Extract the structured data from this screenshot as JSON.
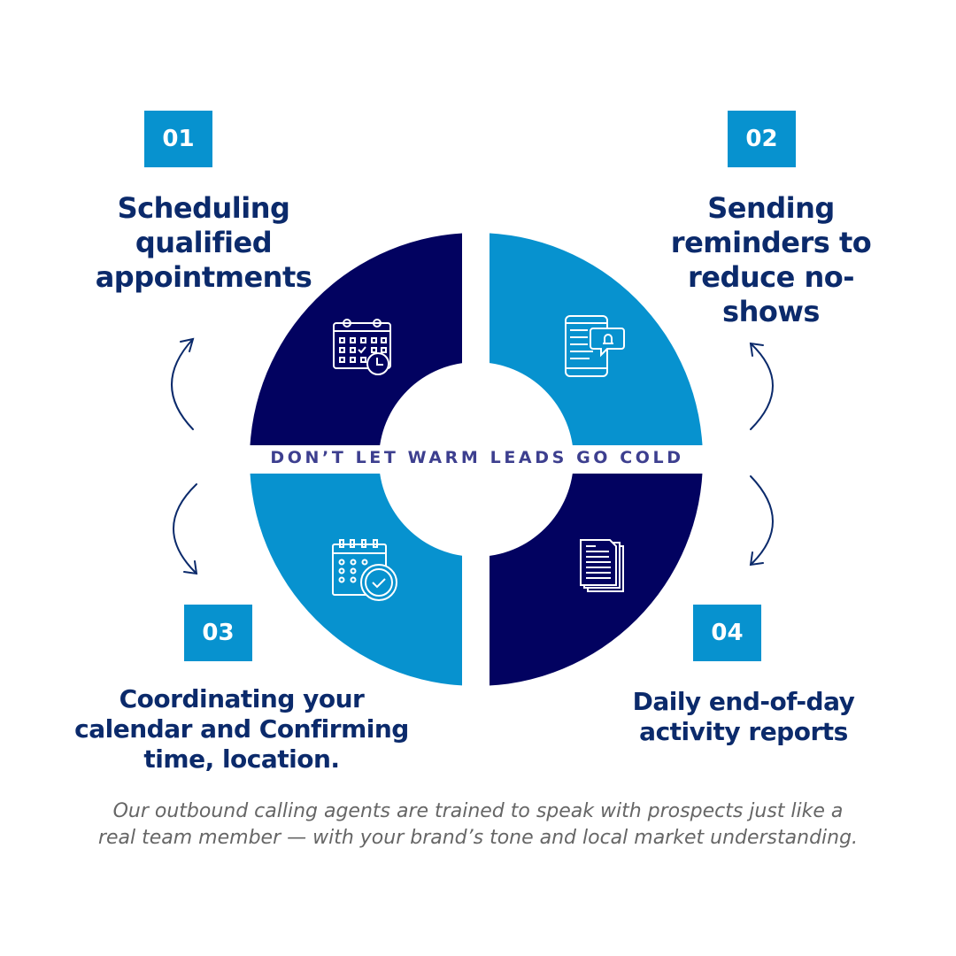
{
  "tagline": "DON’T LET WARM LEADS GO COLD",
  "steps": [
    {
      "number": "01",
      "title": "Scheduling qualified appointments",
      "icon": "calendar-clock-icon"
    },
    {
      "number": "02",
      "title": "Sending reminders to reduce no-shows",
      "icon": "phone-notification-icon"
    },
    {
      "number": "03",
      "title": "Coordinating your calendar and Confirming time, location.",
      "icon": "calendar-check-clock-icon"
    },
    {
      "number": "04",
      "title": "Daily end-of-day activity reports",
      "icon": "documents-icon"
    }
  ],
  "description": "Our outbound calling agents are trained to speak with prospects just like a real team member — with your brand’s tone and local market understanding.",
  "colors": {
    "navy": "#020260",
    "blue": "#0792cf",
    "heading": "#0b2a6b"
  }
}
